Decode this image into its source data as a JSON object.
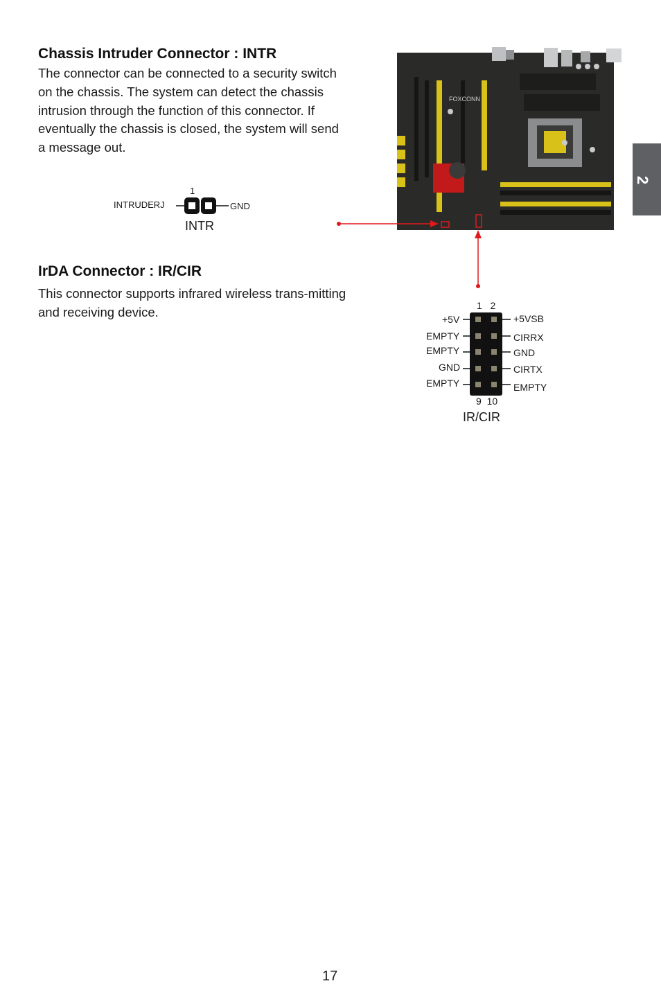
{
  "side_tab": {
    "label": "2"
  },
  "intr_section": {
    "heading": "Chassis Intruder Connector : INTR",
    "body": "The connector can be connected to a security switch on the chassis. The system can detect the chassis intrusion through the function of this connector. If eventually the chassis is closed, the system will send a message out.",
    "body_lines": [
      "The connector can be connected to a security switch",
      "on the chassis. The system can detect the chassis",
      "intrusion through the function of this connector. If",
      "eventually the chassis is closed, the system will send",
      "a message out."
    ],
    "diagram": {
      "pin1_label": "1",
      "left_label": "INTRUDERJ",
      "right_label": "GND",
      "name": "INTR"
    }
  },
  "irda_section": {
    "heading": "IrDA Connector : IR/CIR",
    "body_lines": [
      "This connector supports infrared wireless trans-mitting",
      "and receiving device."
    ],
    "diagram": {
      "top_pins": "1   2",
      "bottom_pins": "9  10",
      "left_labels": [
        "+5V",
        "EMPTY",
        "EMPTY",
        "GND",
        "EMPTY"
      ],
      "right_labels": [
        "+5VSB",
        "CIRRX",
        "GND",
        "CIRTX",
        "EMPTY"
      ],
      "name": "IR/CIR"
    }
  },
  "board": {
    "brand": "FOXCONN",
    "colors": {
      "pcb": "#2a2a28",
      "slot_yellow": "#d8c21a",
      "highlight_red": "#e0191d"
    }
  },
  "footer": {
    "page_number": "17"
  }
}
